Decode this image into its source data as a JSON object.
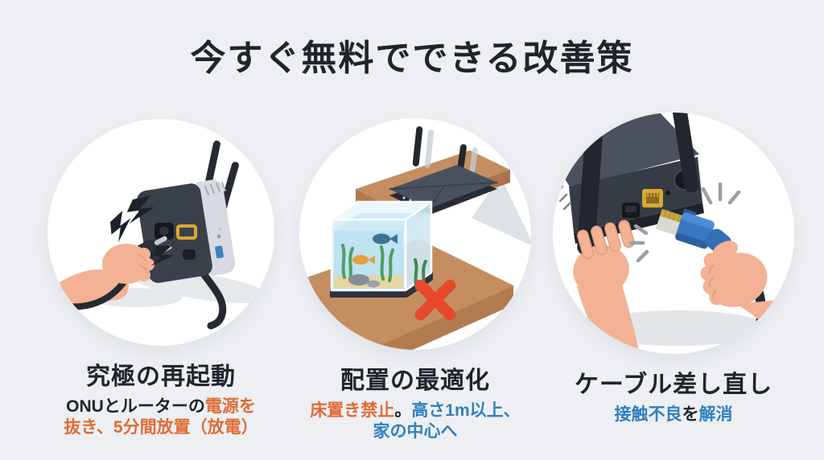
{
  "title": "今すぐ無料でできる改善策",
  "colors": {
    "dark": "#20242c",
    "orange": "#e06b35",
    "blue": "#2f80be",
    "background": "#edeff3",
    "circle": "#ffffff",
    "x_red": "#e8492d",
    "wood": "#c48e60",
    "device_dark": "#3a404a",
    "cable_blue": "#3a78c2",
    "port_yellow": "#d9a835"
  },
  "cards": [
    {
      "heading": "究極の再起動",
      "icon": "unplug-power-illustration",
      "subtitle_lines": [
        [
          {
            "text": "ONUとルーターの",
            "color": "dark"
          },
          {
            "text": "電源を",
            "color": "orange"
          }
        ],
        [
          {
            "text": "抜き、5分間放置（放電）",
            "color": "orange"
          }
        ]
      ]
    },
    {
      "heading": "配置の最適化",
      "icon": "router-placement-illustration",
      "subtitle_lines": [
        [
          {
            "text": "床置き禁止",
            "color": "orange"
          },
          {
            "text": "。",
            "color": "dark"
          },
          {
            "text": "高さ1m以上、",
            "color": "blue"
          }
        ],
        [
          {
            "text": "家の中心へ",
            "color": "blue"
          }
        ]
      ]
    },
    {
      "heading": "ケーブル差し直し",
      "icon": "replug-cable-illustration",
      "subtitle_lines": [
        [
          {
            "text": "接触不良",
            "color": "blue"
          },
          {
            "text": "を",
            "color": "dark"
          },
          {
            "text": "解消",
            "color": "blue"
          }
        ]
      ]
    }
  ]
}
